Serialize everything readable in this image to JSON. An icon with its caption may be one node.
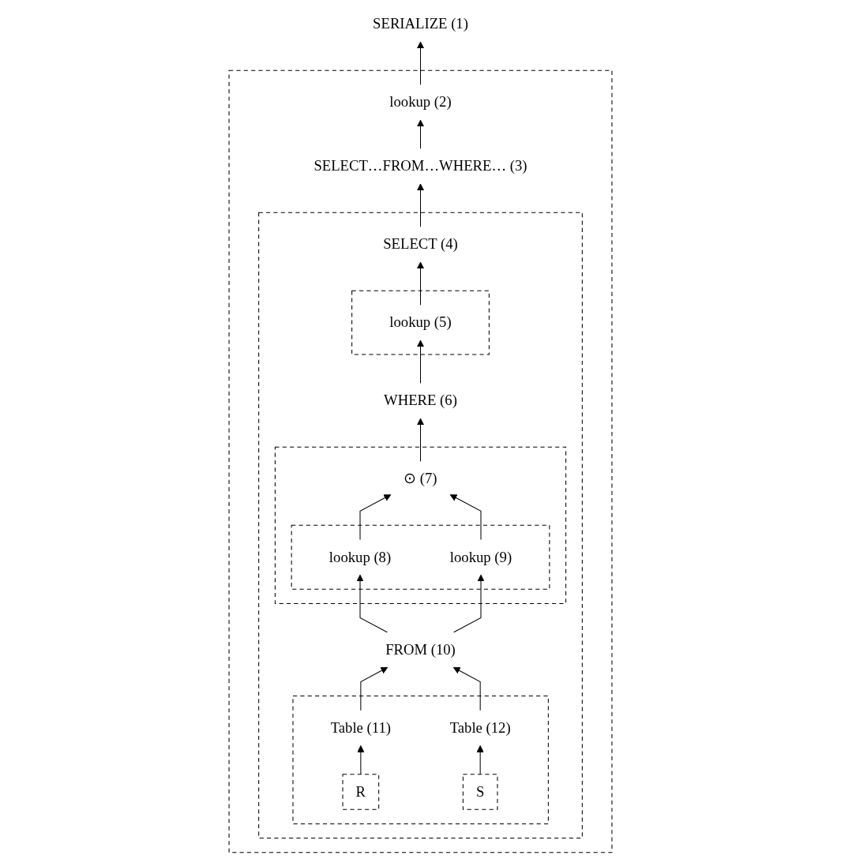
{
  "diagram": {
    "nodes": [
      {
        "text": [
          "SERIALIZE (1)"
        ]
      },
      {
        "text": [],
        "shape": "box"
      },
      {
        "text": [
          "lookup (2)"
        ],
        "in": 1
      },
      {
        "text": [
          "SELECT…FROM…WHERE… (3)"
        ],
        "in": 1
      },
      {
        "text": [],
        "shape": "box",
        "in": 1
      },
      {
        "text": [
          "SELECT (4)"
        ],
        "in": 4
      },
      {
        "text": [],
        "shape": "box",
        "in": 4
      },
      {
        "text": [
          "lookup (5)"
        ],
        "in": 6
      },
      {
        "text": [
          "WHERE (6)"
        ],
        "in": 4
      },
      {
        "text": [],
        "shape": "box",
        "in": 4
      },
      {
        "text": [
          "⊙ (7)"
        ],
        "in": 9
      },
      {
        "text": [],
        "shape": "box",
        "in": 9
      },
      {
        "text": [
          "lookup (8)"
        ],
        "in": 11
      },
      {
        "text": [
          "lookup (9)"
        ],
        "in": 11
      },
      {
        "text": [
          "FROM (10)"
        ],
        "in": 4
      },
      {
        "text": [],
        "shape": "box",
        "in": 4
      },
      {
        "text": [
          "Table (11)"
        ],
        "in": 15
      },
      {
        "text": [
          "Table (12)"
        ],
        "in": 15
      },
      {
        "text": [
          "R"
        ],
        "in": 15
      },
      {
        "text": [
          "S"
        ],
        "in": 15
      }
    ],
    "edges": [
      {
        "from": 2,
        "to": 0,
        "arrow": "to"
      },
      {
        "from": 3,
        "to": 2,
        "arrow": "to"
      },
      {
        "from": 5,
        "to": 3,
        "arrow": "to"
      },
      {
        "from": 7,
        "to": 5,
        "arrow": "to"
      },
      {
        "from": 8,
        "to": 7,
        "arrow": "to"
      },
      {
        "from": 10,
        "to": 8,
        "arrow": "to"
      },
      {
        "from": 12,
        "to": 10,
        "arrow": "to"
      },
      {
        "from": 13,
        "to": 10,
        "arrow": "to"
      },
      {
        "from": 14,
        "to": 12,
        "arrow": "to"
      },
      {
        "from": 14,
        "to": 13,
        "arrow": "to"
      },
      {
        "from": 16,
        "to": 14,
        "arrow": "to"
      },
      {
        "from": 17,
        "to": 14,
        "arrow": "to"
      },
      {
        "from": 18,
        "to": 16,
        "arrow": "to"
      },
      {
        "from": 19,
        "to": 17,
        "arrow": "to"
      }
    ]
  }
}
